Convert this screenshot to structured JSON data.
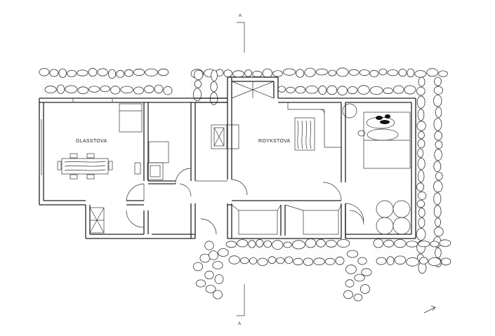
{
  "plan": {
    "rooms": [
      {
        "id": "glasstova",
        "label": "GLASSTOVA"
      },
      {
        "id": "roykstova",
        "label": "ROYKSTOVA"
      }
    ],
    "section_marker": {
      "top": "A",
      "bottom": "A"
    }
  }
}
